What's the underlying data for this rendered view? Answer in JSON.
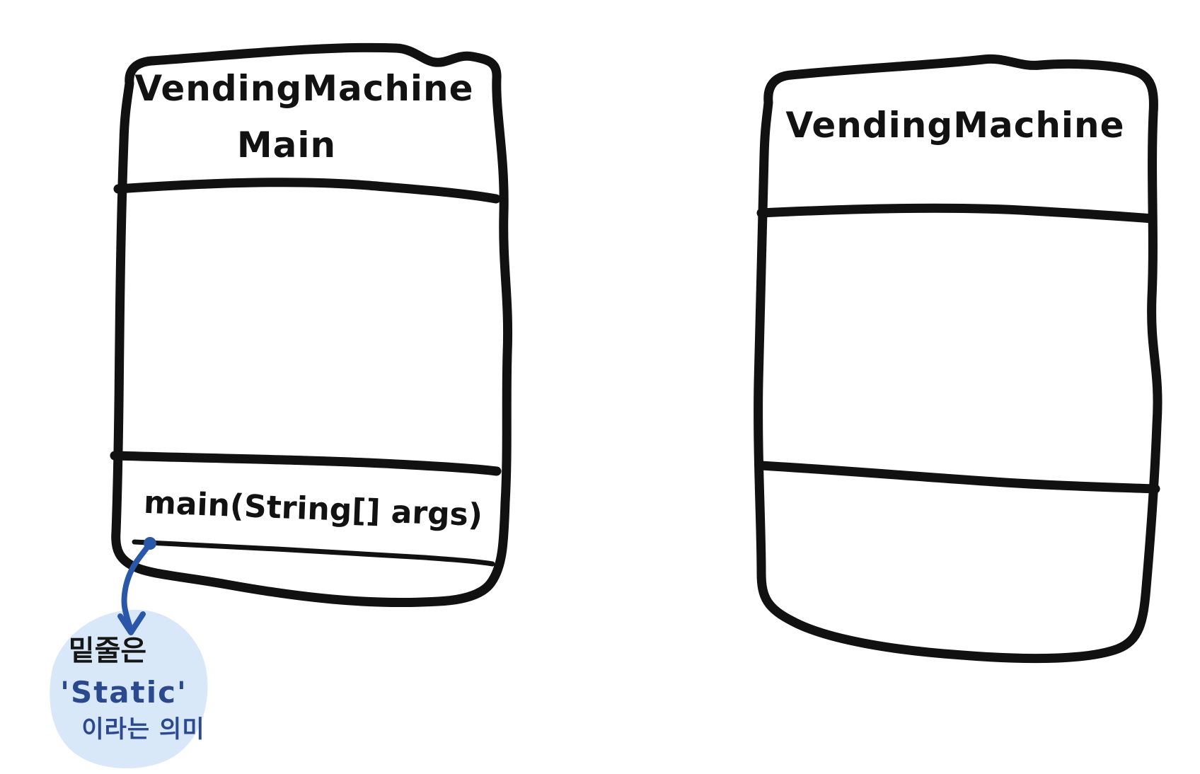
{
  "diagram_type": "hand-drawn-uml-class-diagram",
  "colors": {
    "ink": "#111111",
    "annotation_text_blue": "#2b4a8e",
    "arrow_blue": "#2b57a8",
    "blob_fill": "#d9e8f8",
    "background": "#ffffff"
  },
  "left_class": {
    "name": "VendingMachineMain",
    "name_line1": "VendingMachine",
    "name_line2": "Main",
    "method_signature": "main(String[] args)",
    "method_static_underline": true
  },
  "right_class": {
    "name": "VendingMachine"
  },
  "annotation": {
    "line1": "밑줄은",
    "line2": "'Static'",
    "line3": "이라는 의미"
  }
}
